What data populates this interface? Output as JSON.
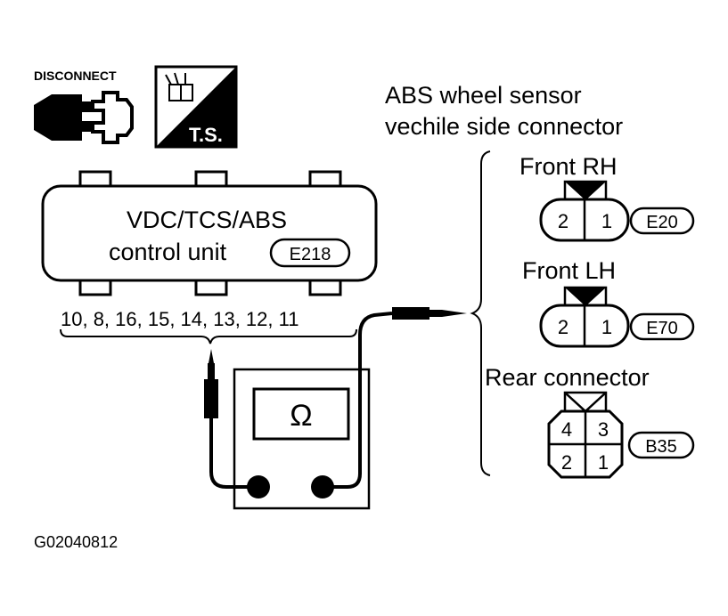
{
  "icons": {
    "disconnect_label": "DISCONNECT",
    "ts_label": "T.S."
  },
  "control_unit": {
    "line1": "VDC/TCS/ABS",
    "line2": "control unit",
    "connector_id": "E218",
    "pins": "10, 8, 16, 15, 14, 13, 12, 11"
  },
  "meter": {
    "symbol": "Ω"
  },
  "sensor": {
    "title_line1": "ABS wheel sensor",
    "title_line2": "vechile side connector",
    "front_rh": {
      "label": "Front RH",
      "pin_left": "2",
      "pin_right": "1",
      "connector_id": "E20"
    },
    "front_lh": {
      "label": "Front LH",
      "pin_left": "2",
      "pin_right": "1",
      "connector_id": "E70"
    },
    "rear": {
      "label": "Rear connector",
      "pin_tl": "4",
      "pin_tr": "3",
      "pin_bl": "2",
      "pin_br": "1",
      "connector_id": "B35"
    }
  },
  "figure_code": "G02040812"
}
